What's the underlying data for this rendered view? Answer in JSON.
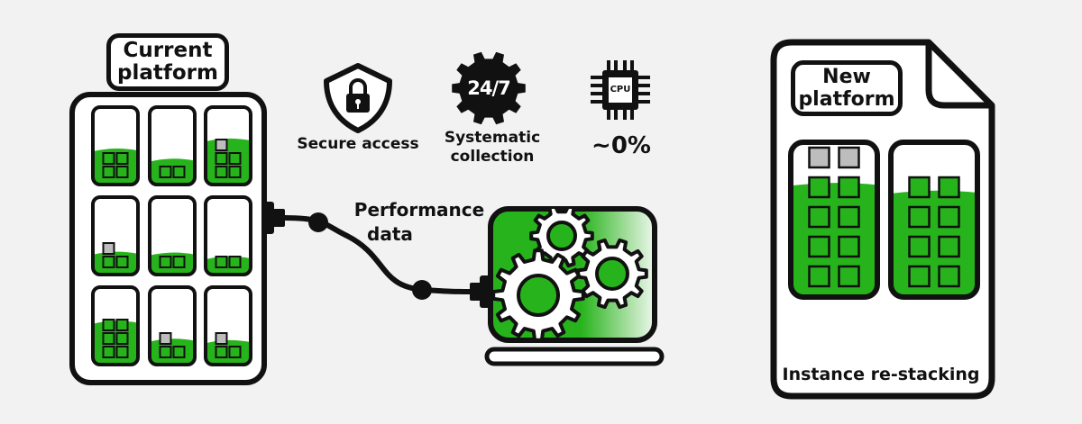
{
  "colors": {
    "green": "#27b31b",
    "ink": "#111111",
    "background": "#f2f2f2",
    "block_gray": "#bdbdbd"
  },
  "current_platform": {
    "title_line1": "Current",
    "title_line2": "platform",
    "slots": [
      {
        "fill_level": 0.45,
        "blocks": 4,
        "placeholders": 0
      },
      {
        "fill_level": 0.32,
        "blocks": 2,
        "placeholders": 0
      },
      {
        "fill_level": 0.58,
        "blocks": 4,
        "placeholders": 1
      },
      {
        "fill_level": 0.28,
        "blocks": 2,
        "placeholders": 1
      },
      {
        "fill_level": 0.27,
        "blocks": 2,
        "placeholders": 0
      },
      {
        "fill_level": 0.22,
        "blocks": 2,
        "placeholders": 0
      },
      {
        "fill_level": 0.55,
        "blocks": 6,
        "placeholders": 0
      },
      {
        "fill_level": 0.32,
        "blocks": 2,
        "placeholders": 1
      },
      {
        "fill_level": 0.3,
        "blocks": 2,
        "placeholders": 1
      }
    ]
  },
  "features": {
    "secure": {
      "label": "Secure access",
      "icon": "padlock-shield-icon"
    },
    "systematic": {
      "label_line1": "Systematic",
      "label_line2": "collection",
      "icon_text": "24/7",
      "icon": "gear-24-7-icon"
    },
    "cpu": {
      "chip_text": "CPU",
      "value": "~0%",
      "icon": "cpu-chip-icon"
    }
  },
  "performance": {
    "label_line1": "Performance",
    "label_line2": "data"
  },
  "analyzer": {
    "icon": "gears-laptop-icon"
  },
  "new_platform": {
    "title_line1": "New",
    "title_line2": "platform",
    "caption": "Instance re-stacking",
    "slots": [
      {
        "fill_level": 0.73,
        "blocks": 8,
        "placeholders": 2
      },
      {
        "fill_level": 0.68,
        "blocks": 8,
        "placeholders": 0
      }
    ]
  }
}
